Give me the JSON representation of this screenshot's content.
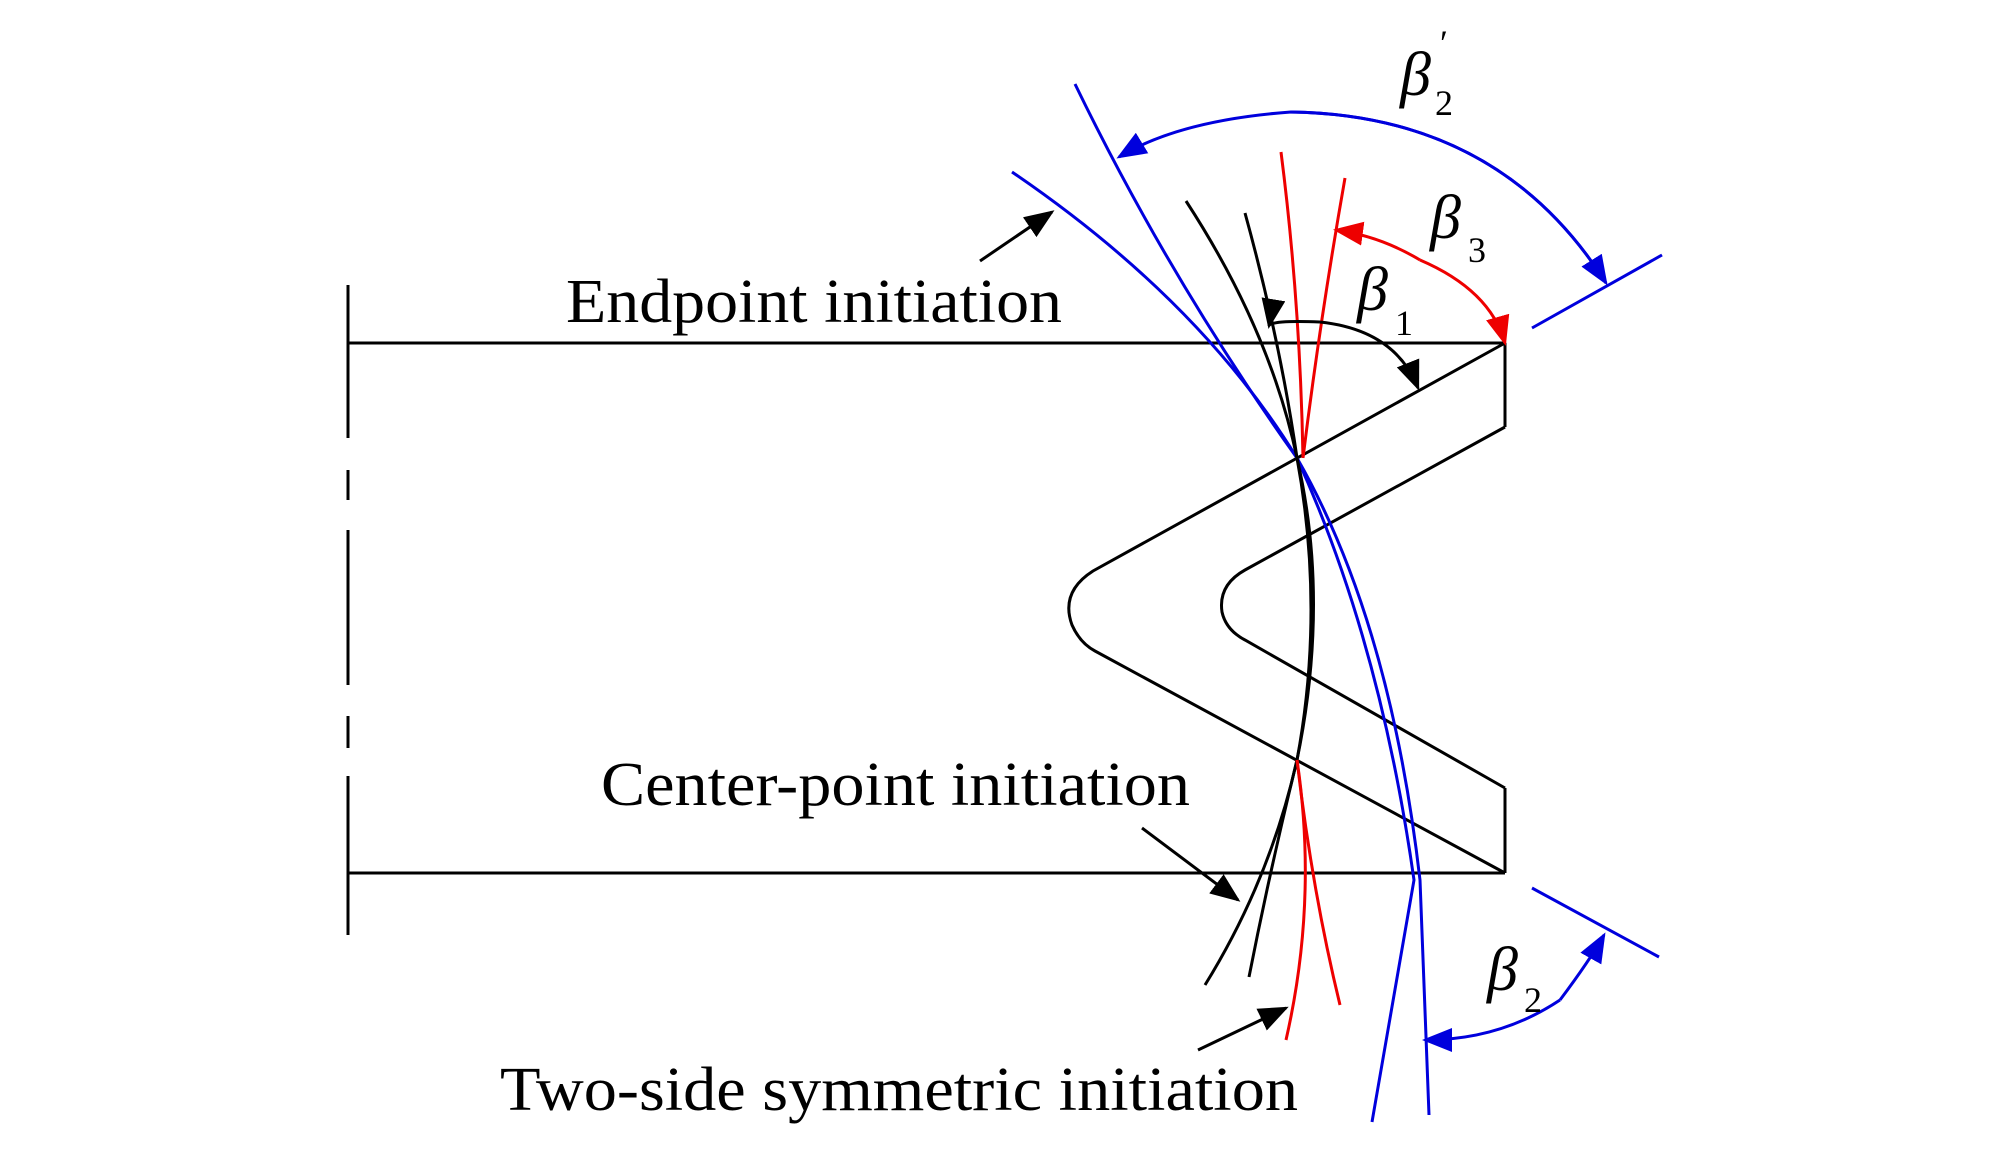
{
  "diagram": {
    "labels": {
      "endpoint": "Endpoint initiation",
      "centerpoint": "Center-point initiation",
      "twoside": "Two-side symmetric initiation"
    },
    "angles": {
      "beta2_prime": {
        "symbol": "β",
        "subscript": "2",
        "prime": "′"
      },
      "beta3": {
        "symbol": "β",
        "subscript": "3"
      },
      "beta1": {
        "symbol": "β",
        "subscript": "1"
      },
      "beta2": {
        "symbol": "β",
        "subscript": "2"
      }
    },
    "colors": {
      "endpoint_front": "#0000dd",
      "twoside_front": "#ee0000",
      "centerpoint_front": "#000000",
      "structure": "#000000"
    }
  }
}
